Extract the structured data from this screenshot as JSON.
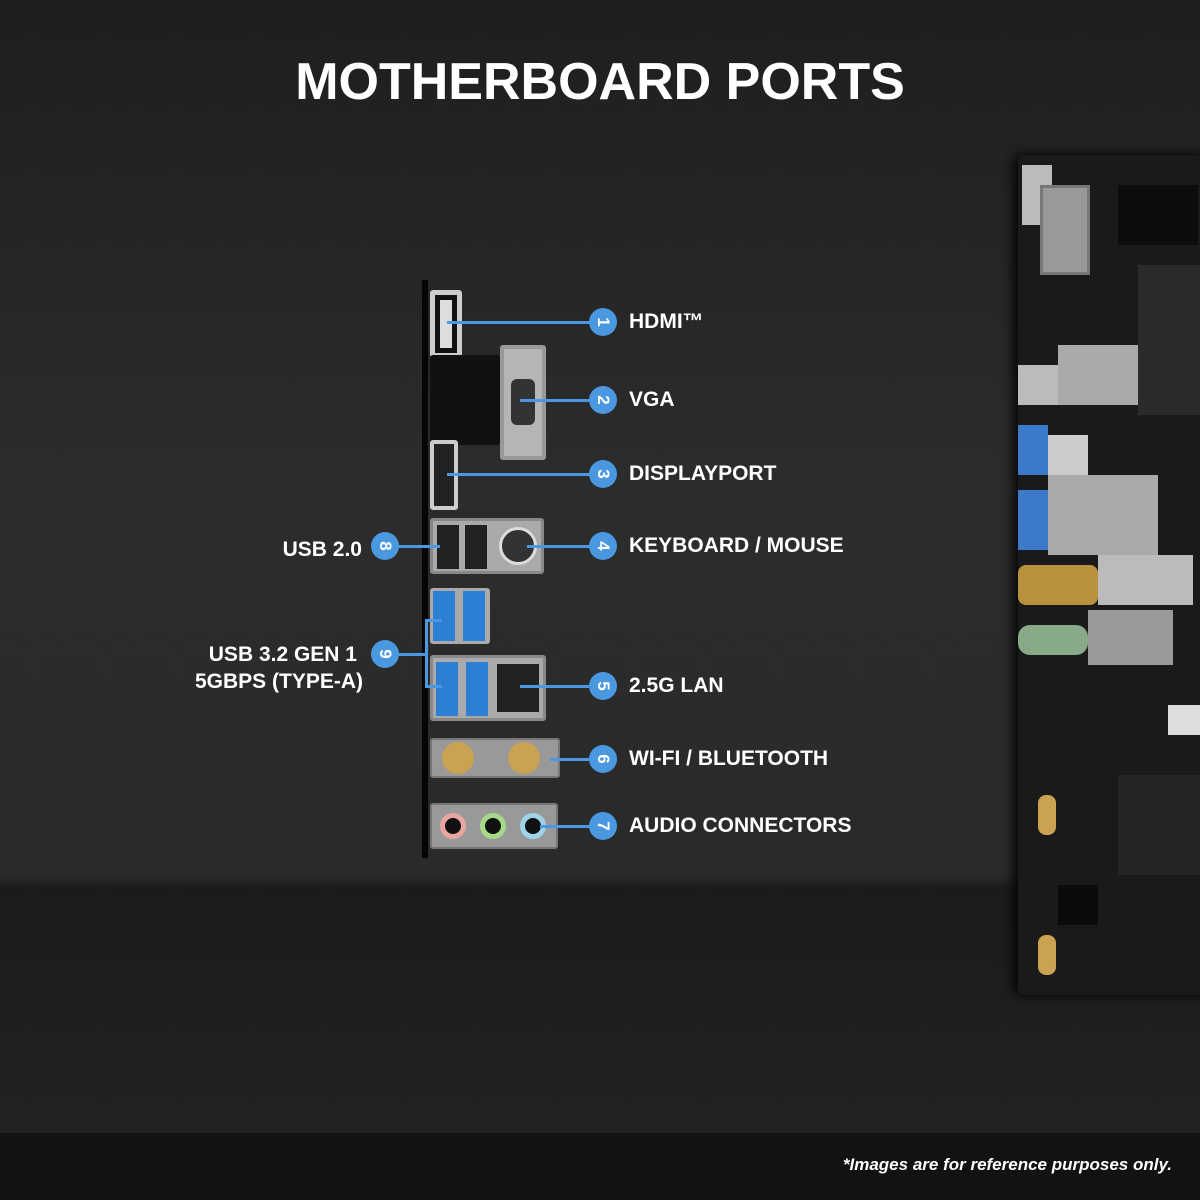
{
  "title": "MOTHERBOARD PORTS",
  "footer_note": "*Images are for reference purposes only.",
  "accent_color": "#4a98e0",
  "ports": [
    {
      "number": "1",
      "label": "HDMI™"
    },
    {
      "number": "2",
      "label": "VGA"
    },
    {
      "number": "3",
      "label": "DISPLAYPORT"
    },
    {
      "number": "4",
      "label": "KEYBOARD / MOUSE"
    },
    {
      "number": "5",
      "label": "2.5G LAN"
    },
    {
      "number": "6",
      "label": "WI-FI / BLUETOOTH"
    },
    {
      "number": "7",
      "label": "AUDIO CONNECTORS"
    },
    {
      "number": "8",
      "label": "USB 2.0"
    },
    {
      "number": "9",
      "label_line1": "USB 3.2 GEN 1",
      "label_line2": "5GBPS (TYPE-A)"
    }
  ]
}
